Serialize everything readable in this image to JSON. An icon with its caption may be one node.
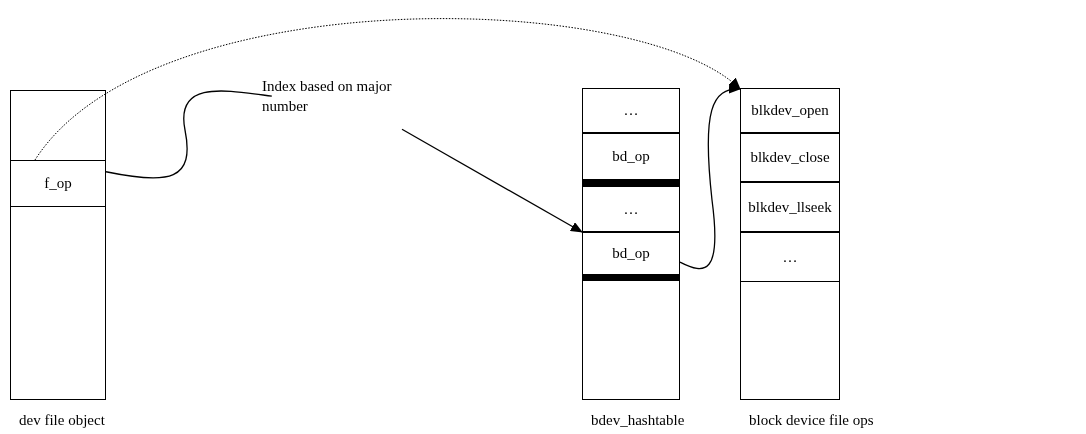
{
  "diagram": {
    "nodes": [
      {
        "text": [
          "dev file object"
        ]
      },
      {
        "text": [
          "f_op"
        ],
        "in": 0
      },
      {
        "text": [
          "Index based on major number"
        ]
      },
      {
        "text": [
          "bdev_hashtable"
        ]
      },
      {
        "text": [
          "…"
        ],
        "in": 3
      },
      {
        "text": [
          "bd_op"
        ],
        "in": 3
      },
      {
        "text": [
          "…"
        ],
        "in": 3
      },
      {
        "text": [
          "bd_op"
        ],
        "in": 3
      },
      {
        "text": [
          "block device file ops"
        ]
      },
      {
        "text": [
          "blkdev_open"
        ],
        "in": 8
      },
      {
        "text": [
          "blkdev_close"
        ],
        "in": 8
      },
      {
        "text": [
          "blkdev_llseek"
        ],
        "in": 8
      },
      {
        "text": [
          "…"
        ],
        "in": 8
      }
    ],
    "edges": [
      {
        "from": 1,
        "to": 9,
        "arrow": "to",
        "style": "dashed"
      },
      {
        "from": 1,
        "to": 2,
        "arrow": "none"
      },
      {
        "from": 2,
        "to": 7,
        "arrow": "to"
      },
      {
        "from": 7,
        "to": 9,
        "arrow": "to"
      }
    ]
  }
}
